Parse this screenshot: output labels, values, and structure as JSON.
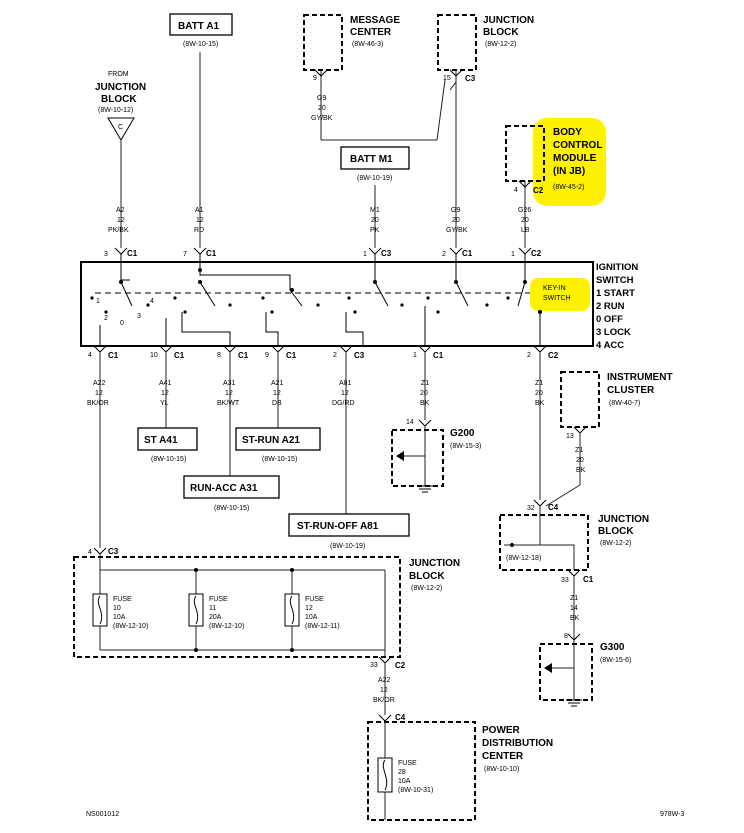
{
  "highlight_color": "#fff200",
  "top_components": {
    "batt_a1": {
      "title": "BATT A1",
      "ref": "(8W-10-15)"
    },
    "message_center": {
      "title_line1": "MESSAGE",
      "title_line2": "CENTER",
      "ref": "(8W-46-3)",
      "pin": "9"
    },
    "junction_block_top": {
      "title_line1": "JUNCTION",
      "title_line2": "BLOCK",
      "ref": "(8W-12-2)",
      "pin": "15",
      "connector": "C3"
    },
    "from_junction_block": {
      "line1": "FROM",
      "line2": "JUNCTION",
      "line3": "BLOCK",
      "ref": "(8W-10-12)",
      "symbol": "C"
    },
    "batt_m1": {
      "title": "BATT M1",
      "ref": "(8W-10-19)"
    },
    "bcm": {
      "line1": "BODY",
      "line2": "CONTROL",
      "line3": "MODULE",
      "line4": "(IN JB)",
      "ref": "(8W-45-2)",
      "pin": "4",
      "connector": "C2"
    }
  },
  "top_wires": [
    {
      "circuit": "A2",
      "gauge": "12",
      "color": "PK/BK",
      "pin": "3",
      "connector": "C1"
    },
    {
      "circuit": "A1",
      "gauge": "12",
      "color": "RD",
      "pin": "7",
      "connector": "C1"
    },
    {
      "circuit": "M1",
      "gauge": "20",
      "color": "PK",
      "pin": "1",
      "connector": "C3"
    },
    {
      "circuit": "G9",
      "gauge": "20",
      "color": "GY/BK",
      "pin": "2",
      "connector": "C1"
    },
    {
      "circuit": "G26",
      "gauge": "20",
      "color": "LB",
      "pin": "1",
      "connector": "C2"
    }
  ],
  "message_center_wire": {
    "circuit": "G9",
    "gauge": "20",
    "color": "GY/BK"
  },
  "ignition_switch": {
    "label_lines": [
      "IGNITION",
      "SWITCH",
      "1 START",
      "2 RUN",
      "0 OFF",
      "3 LOCK",
      "4 ACC"
    ],
    "key_in_label_line1": "KEY-IN",
    "key_in_label_line2": "SWITCH",
    "contact_digits": [
      "1",
      "2",
      "0",
      "3",
      "4"
    ]
  },
  "bottom_wires": [
    {
      "pin": "4",
      "connector": "C1",
      "circuit": "A22",
      "gauge": "12",
      "color": "BK/OR"
    },
    {
      "pin": "10",
      "connector": "C1",
      "circuit": "A41",
      "gauge": "12",
      "color": "YL"
    },
    {
      "pin": "8",
      "connector": "C1",
      "circuit": "A31",
      "gauge": "12",
      "color": "BK/WT"
    },
    {
      "pin": "9",
      "connector": "C1",
      "circuit": "A21",
      "gauge": "12",
      "color": "DB"
    },
    {
      "pin": "2",
      "connector": "C3",
      "circuit": "A81",
      "gauge": "12",
      "color": "DG/RD"
    },
    {
      "pin": "1",
      "connector": "C1",
      "circuit": "Z1",
      "gauge": "20",
      "color": "BK"
    },
    {
      "pin": "2",
      "connector": "C2",
      "circuit": "Z1",
      "gauge": "20",
      "color": "BK"
    }
  ],
  "splice_labels": {
    "st_a41": {
      "title": "ST A41",
      "ref": "(8W-10-15)"
    },
    "st_run_a21": {
      "title": "ST-RUN A21",
      "ref": "(8W-10-15)"
    },
    "run_acc_a31": {
      "title": "RUN-ACC A31",
      "ref": "(8W-10-15)"
    },
    "st_run_off_a81": {
      "title": "ST-RUN-OFF A81",
      "ref": "(8W-10-19)"
    }
  },
  "g200": {
    "title": "G200",
    "ref": "(8W-15-3)",
    "pin": "14"
  },
  "instrument_cluster": {
    "title_line1": "INSTRUMENT",
    "title_line2": "CLUSTER",
    "ref": "(8W-40-7)",
    "pin": "13",
    "wire": {
      "circuit": "Z1",
      "gauge": "20",
      "color": "BK"
    }
  },
  "junction_block_right": {
    "title_line1": "JUNCTION",
    "title_line2": "BLOCK",
    "ref": "(8W-12-2)",
    "inner_ref": "(8W-12-18)",
    "pin_in": "32",
    "conn_in": "C4",
    "pin_out": "33",
    "conn_out": "C1",
    "wire": {
      "circuit": "Z1",
      "gauge": "14",
      "color": "BK"
    }
  },
  "g300": {
    "title": "G300",
    "ref": "(8W-15-6)",
    "pin": "8"
  },
  "junction_block_bottom": {
    "title_line1": "JUNCTION",
    "title_line2": "BLOCK",
    "ref": "(8W-12-2)",
    "pin_in": "4",
    "conn_in": "C3",
    "pin_out": "33",
    "conn_out": "C2",
    "fuses": [
      {
        "label": "FUSE",
        "number": "10",
        "rating": "10A",
        "ref": "(8W-12-10)"
      },
      {
        "label": "FUSE",
        "number": "11",
        "rating": "20A",
        "ref": "(8W-12-10)"
      },
      {
        "label": "FUSE",
        "number": "12",
        "rating": "10A",
        "ref": "(8W-12-11)"
      }
    ]
  },
  "pdc_wire": {
    "circuit": "A22",
    "gauge": "12",
    "color": "BK/OR",
    "connector": "C4"
  },
  "pdc": {
    "line1": "POWER",
    "line2": "DISTRIBUTION",
    "line3": "CENTER",
    "ref": "(8W-10-10)",
    "fuse_label": "FUSE",
    "fuse_number": "28",
    "fuse_rating": "10A",
    "fuse_ref": "(8W-10-31)"
  },
  "footer": {
    "left": "NS001012",
    "right": "978W-3"
  }
}
